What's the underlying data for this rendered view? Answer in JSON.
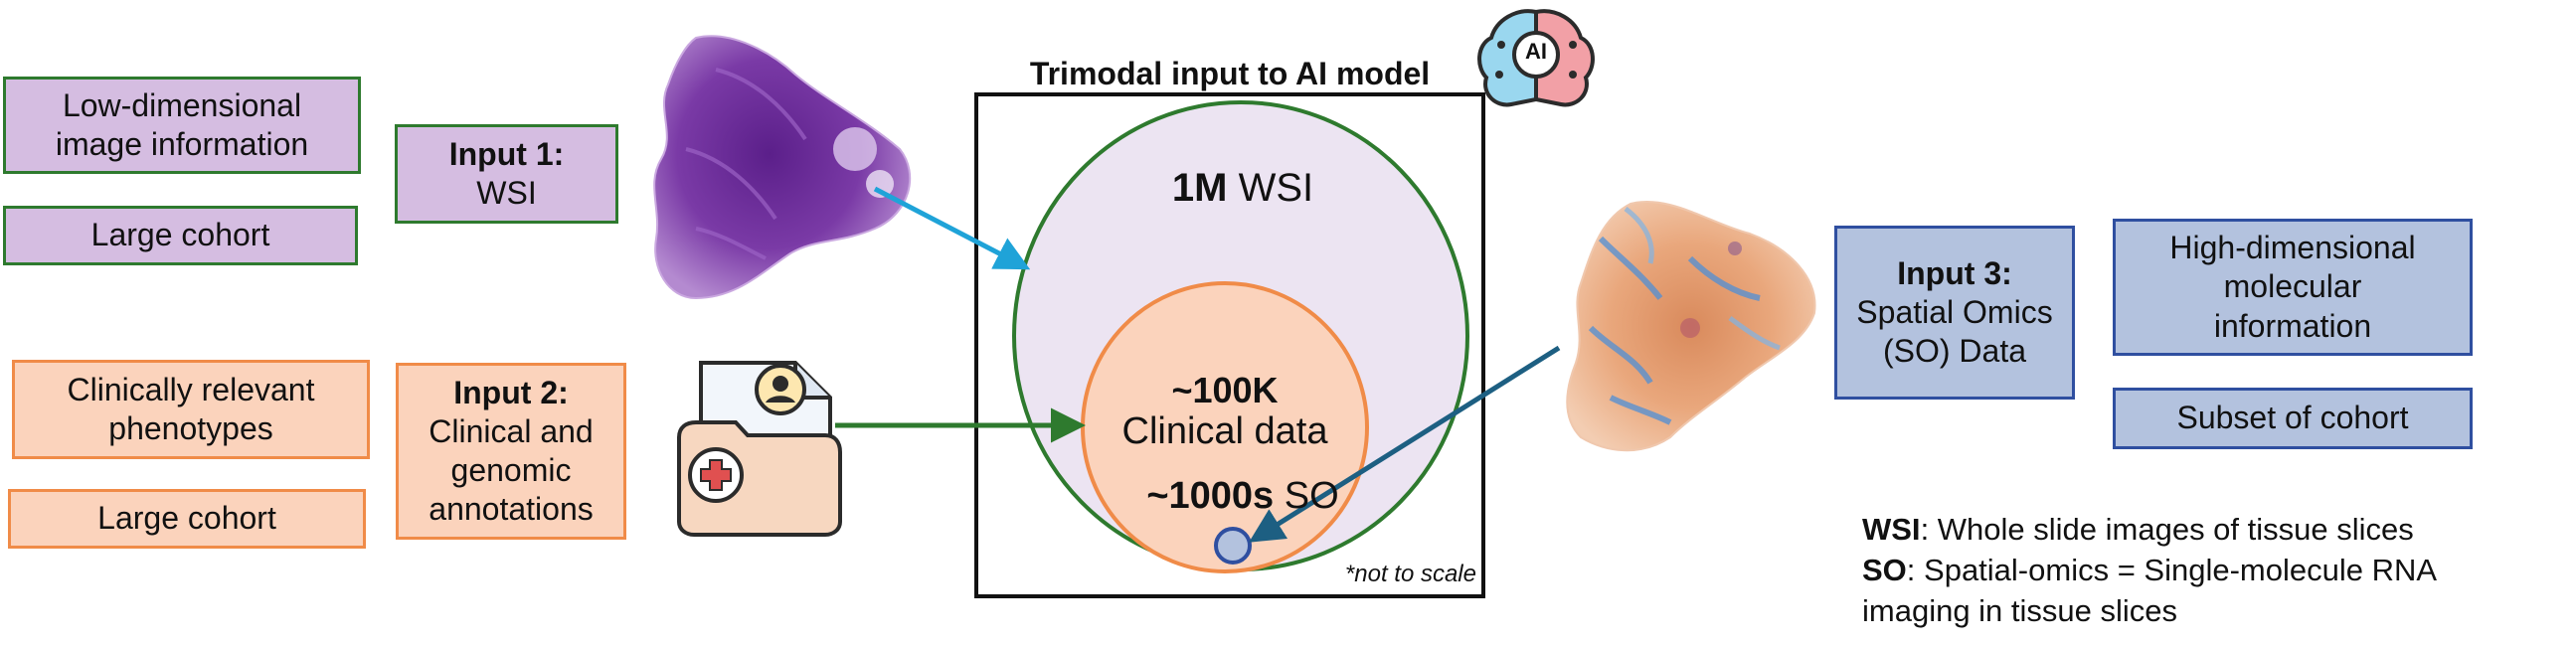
{
  "left": {
    "low_dim": "Low-dimensional image information",
    "large_cohort_1": "Large cohort",
    "input1_title": "Input 1:",
    "input1_sub": "WSI",
    "clinical_pheno": "Clinically relevant phenotypes",
    "large_cohort_2": "Large cohort",
    "input2_title": "Input 2:",
    "input2_sub": "Clinical and genomic annotations"
  },
  "center": {
    "title": "Trimodal input to AI model",
    "ai_label": "AI",
    "wsi_count": "1M",
    "wsi_label": "WSI",
    "clinical_count": "~100K",
    "clinical_label": "Clinical data",
    "so_count": "~1000s",
    "so_label": "SO",
    "scale_note": "*not to scale"
  },
  "right": {
    "input3_title": "Input 3:",
    "input3_sub": "Spatial Omics (SO) Data",
    "high_dim": "High-dimensional molecular information",
    "subset": "Subset of cohort"
  },
  "legend": {
    "wsi_abbr": "WSI",
    "wsi_def": ": Whole slide images of tissue slices",
    "so_abbr": "SO",
    "so_def": ": Spatial-omics = Single-molecule RNA",
    "so_def_cont": "imaging in tissue slices"
  },
  "colors": {
    "purple_fill": "#d5bde1",
    "green_border": "#2e7a2e",
    "orange_fill": "#fbd3bc",
    "orange_border": "#f08b48",
    "blue_fill": "#b3c2de",
    "blue_border": "#2f4fa0",
    "wsi_circle_fill": "#ece4f2",
    "cyan_arrow": "#1fa3d8",
    "teal_arrow": "#1d5f82"
  }
}
